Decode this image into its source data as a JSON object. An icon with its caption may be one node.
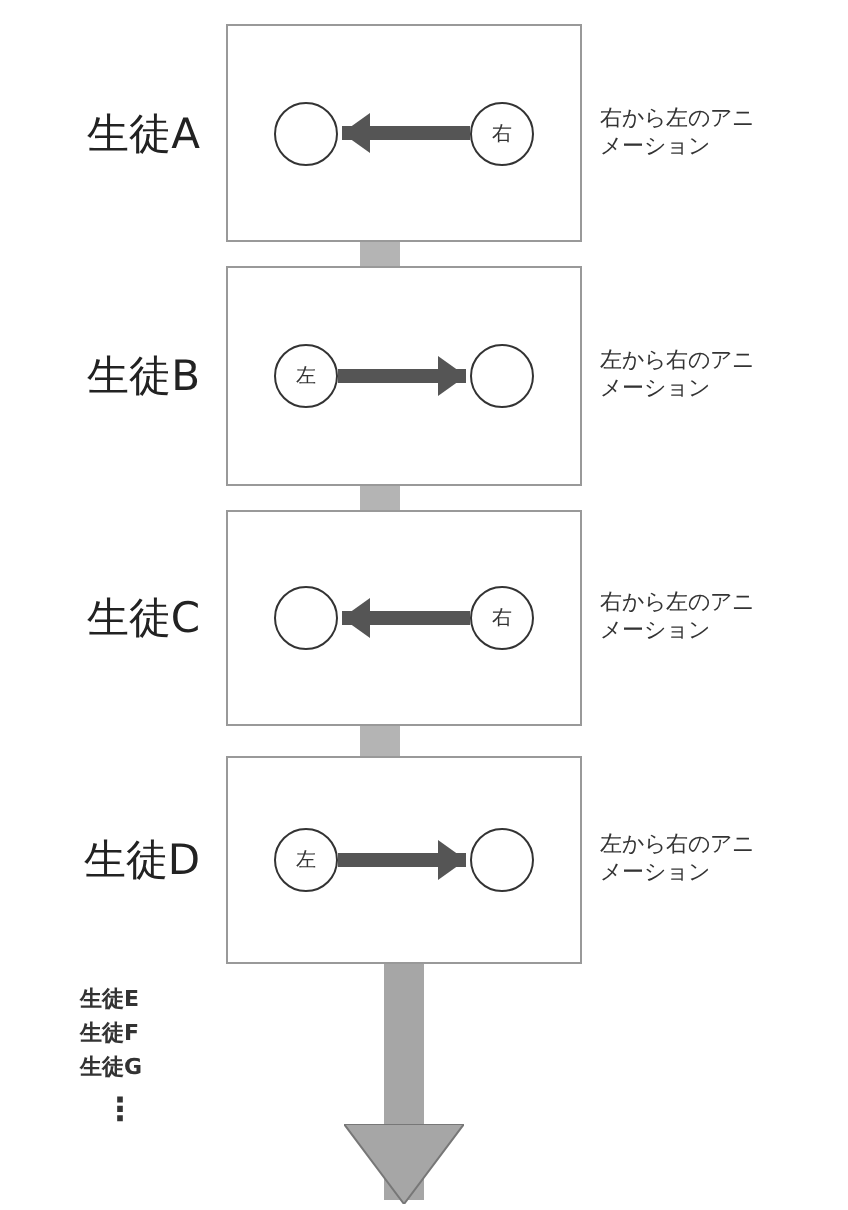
{
  "diagram": {
    "nodes": [
      {
        "text": [
          "生徒A"
        ],
        "beside": [
          "右から左のアニメーション"
        ]
      },
      {
        "text": [],
        "shape": "circle",
        "in": 0
      },
      {
        "text": [
          "右"
        ],
        "in": 0
      },
      {
        "text": [
          "生徒B"
        ],
        "beside": [
          "左から右のアニメーション"
        ]
      },
      {
        "text": [
          "左"
        ],
        "in": 3
      },
      {
        "text": [],
        "shape": "circle",
        "in": 3
      },
      {
        "text": [
          "生徒C"
        ],
        "beside": [
          "右から左のアニメーション"
        ]
      },
      {
        "text": [],
        "shape": "circle",
        "in": 6
      },
      {
        "text": [
          "右"
        ],
        "in": 6
      },
      {
        "text": [
          "生徒D"
        ],
        "beside": [
          "左から右のアニメーション"
        ]
      },
      {
        "text": [
          "左"
        ],
        "in": 9
      },
      {
        "text": [],
        "shape": "circle",
        "in": 9
      }
    ],
    "edges": [
      {
        "from": 2,
        "to": 1,
        "arrow": "to"
      },
      {
        "from": 4,
        "to": 5,
        "arrow": "to"
      },
      {
        "from": 8,
        "to": 7,
        "arrow": "to"
      },
      {
        "from": 10,
        "to": 11,
        "arrow": "to"
      },
      {
        "from": 0,
        "to": 3,
        "arrow": "none",
        "style": "thick",
        "color": "#b4b4b4"
      },
      {
        "from": 3,
        "to": 6,
        "arrow": "none",
        "style": "thick",
        "color": "#b4b4b4"
      },
      {
        "from": 6,
        "to": 9,
        "arrow": "none",
        "style": "thick",
        "color": "#b4b4b4"
      },
      {
        "from": 9,
        "to": null,
        "arrow": "to",
        "style": "thick",
        "color": "#a6a6a6"
      }
    ],
    "labels": [
      "生徒E",
      "生徒F",
      "生徒G",
      "⋮"
    ]
  }
}
